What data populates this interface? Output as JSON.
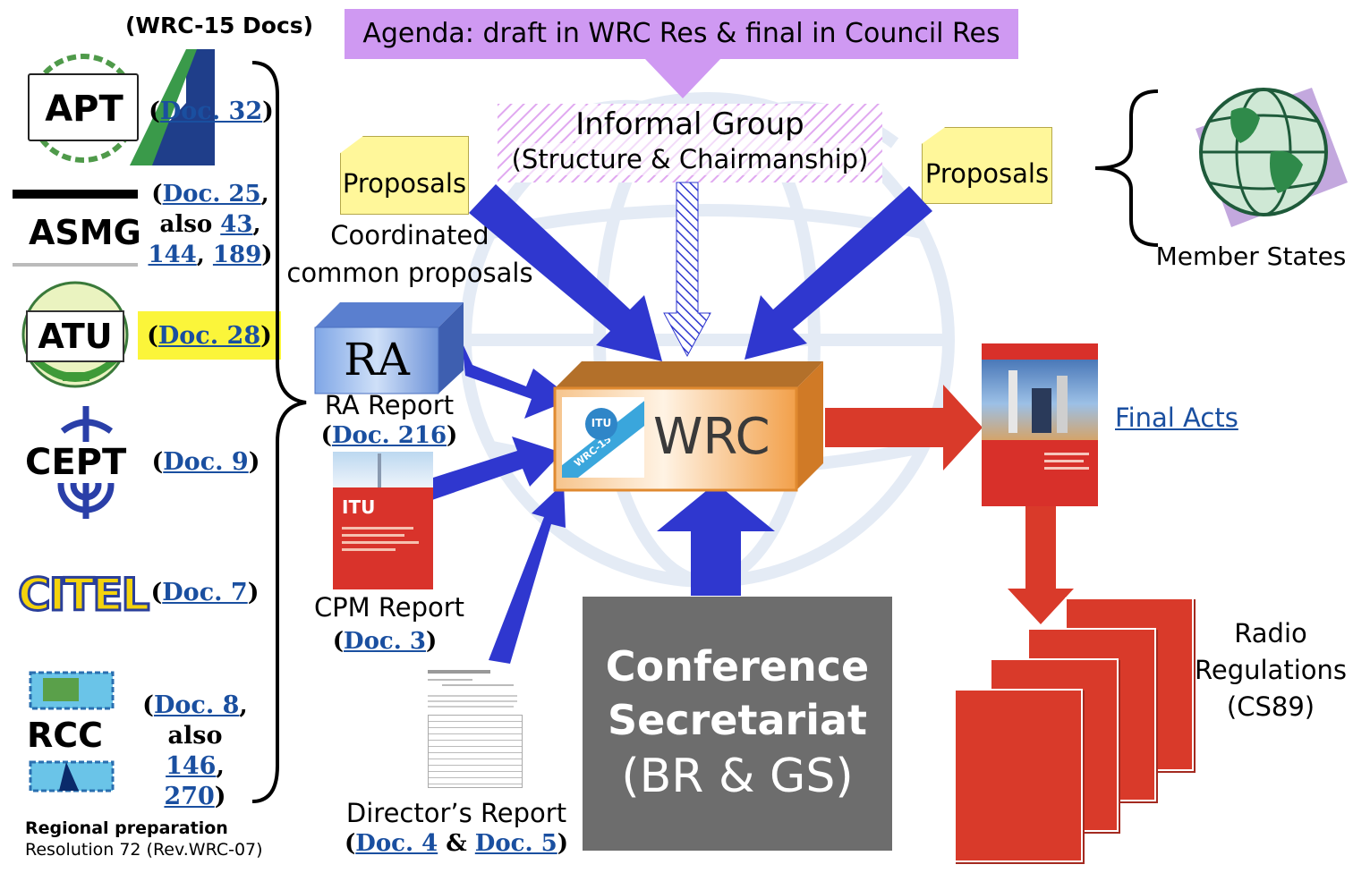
{
  "header": {
    "wrc15_docs": "(WRC-15 Docs)",
    "agenda": "Agenda: draft in WRC Res & final in Council Res"
  },
  "regional": [
    {
      "name": "APT",
      "docs": [
        {
          "t": "(",
          "plain": true
        },
        {
          "t": "Doc. 32"
        },
        {
          "t": ")",
          "plain": true
        }
      ]
    },
    {
      "name": "ASMG"
    },
    {
      "name": "ATU"
    },
    {
      "name": "CEPT"
    },
    {
      "name": "CITEL"
    },
    {
      "name": "RCC"
    }
  ],
  "refs": {
    "apt": {
      "open": "(",
      "doc": "Doc. 32",
      "close": ")"
    },
    "asmg": {
      "open": "(",
      "doc": "Doc. 25",
      "comma": ",",
      "also": "also",
      "d2": "43",
      "c2": ",",
      "d3": "144",
      "c3": ",",
      "d4": "189",
      "close": ")"
    },
    "atu": {
      "open": "(",
      "doc": "Doc. 28",
      "close": ")"
    },
    "cept": {
      "open": "(",
      "doc": "Doc. 9",
      "close": ")"
    },
    "citel": {
      "open": "(",
      "doc": "Doc. 7",
      "close": ")"
    },
    "rcc": {
      "open": "(",
      "doc": "Doc. 8",
      "comma": ",",
      "also": "also",
      "d2": "146",
      "c2": ",",
      "d3": "270",
      "close": ")"
    }
  },
  "regional_note": {
    "line1": "Regional preparation",
    "line2": "Resolution 72 (Rev.WRC-07)"
  },
  "informal_group": {
    "line1": "Informal Group",
    "line2": "(Structure & Chairmanship)"
  },
  "proposals_left": {
    "note": "Proposals",
    "line1": "Coordinated",
    "line2": "common proposals"
  },
  "proposals_right": {
    "note": "Proposals"
  },
  "member_states": "Member States",
  "ra": {
    "cube": "RA",
    "label": "RA Report",
    "open": "(",
    "doc": "Doc. 216",
    "close": ")"
  },
  "cpm": {
    "label": "CPM Report",
    "open": "(",
    "doc": "Doc. 3",
    "close": ")",
    "cover_title": "ITU"
  },
  "director": {
    "label": "Director’s Report",
    "open": "(",
    "doc1": "Doc. 4",
    "amp": "&",
    "doc2": "Doc. 5",
    "close": ")"
  },
  "wrc": {
    "label": "WRC",
    "logo": "ITU",
    "band": "WRC-15"
  },
  "secretariat": {
    "line1": "Conference",
    "line2": "Secretariat",
    "line3": "(BR & GS)"
  },
  "final_acts": "Final Acts",
  "radio_regs": {
    "line1": "Radio",
    "line2": "Regulations",
    "line3": "(CS89)"
  },
  "colors": {
    "arrow_blue": "#2f37cf",
    "arrow_red": "#d93a2a",
    "agenda_purple": "#cf99f2",
    "note_yellow": "#fff79a",
    "secretariat_gray": "#6d6d6d",
    "wrc_orange": "#f1993c",
    "highlight_yellow": "#fbf53a"
  }
}
